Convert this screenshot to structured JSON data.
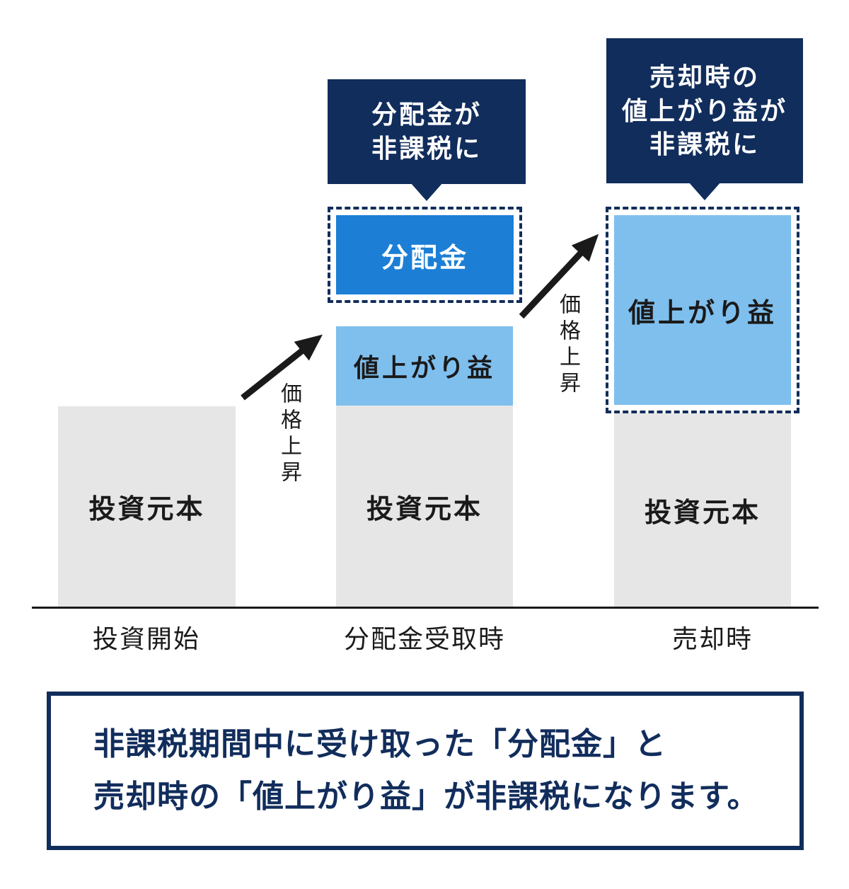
{
  "colors": {
    "navy": "#112D5C",
    "blue": "#1C7FD5",
    "light_blue": "#7FBFEE",
    "gray": "#E6E6E6",
    "ink": "#1A1A1A"
  },
  "callouts": {
    "distribution": {
      "line1": "分配金が",
      "line2": "非課税に"
    },
    "capital_gain": {
      "line1": "売却時の",
      "line2": "値上がり益が",
      "line3": "非課税に"
    }
  },
  "bars": {
    "start": {
      "principal": "投資元本",
      "axis_label": "投資開始"
    },
    "distribution_time": {
      "distribution": "分配金",
      "gain": "値上がり益",
      "principal": "投資元本",
      "axis_label": "分配金受取時"
    },
    "sale_time": {
      "gain": "値上がり益",
      "principal": "投資元本",
      "axis_label": "売却時"
    }
  },
  "arrows": {
    "label_1": "価格上昇",
    "label_2": "価格上昇"
  },
  "note": {
    "line1": "非課税期間中に受け取った「分配金」と",
    "line2": "売却時の「値上がり益」が非課税になります。"
  }
}
